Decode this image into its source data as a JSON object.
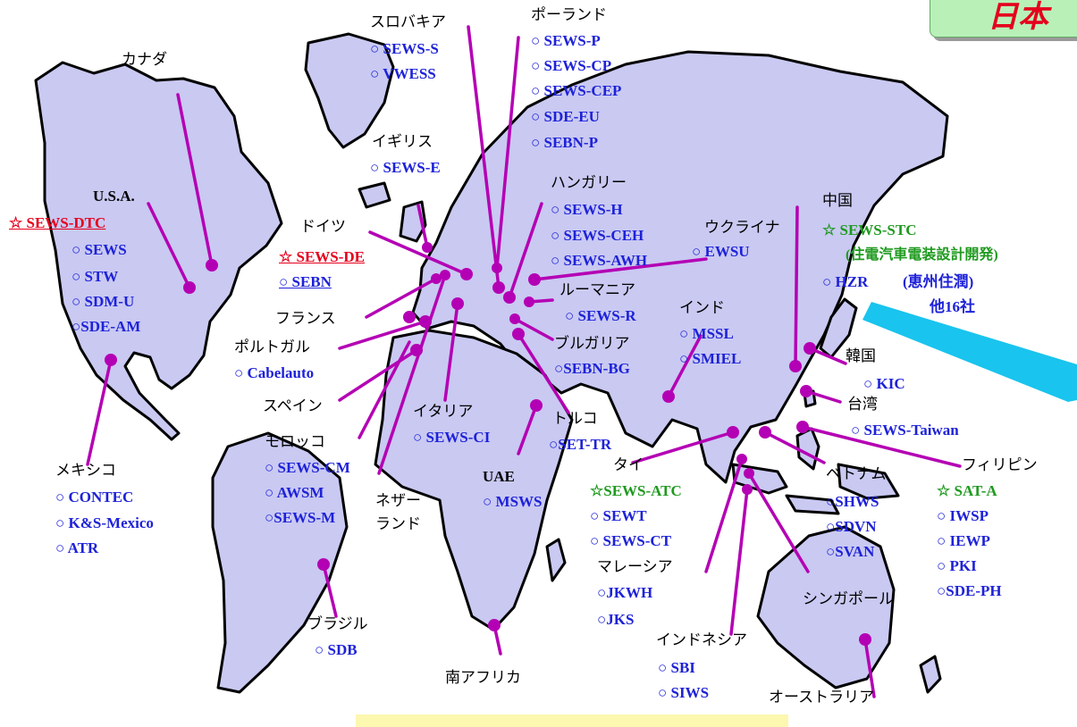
{
  "corner_title": "日本",
  "labels": {
    "canada": "カナダ",
    "usa": "U.S.A.",
    "usa_hq": "☆ SEWS-DTC",
    "usa_s1": "○ SEWS",
    "usa_s2": "○ STW",
    "usa_s3": "○ SDM-U",
    "usa_s4": "○SDE-AM",
    "mexico": "メキシコ",
    "mex_s1": "○ CONTEC",
    "mex_s2": "○ K&S-Mexico",
    "mex_s3": "○ ATR",
    "brazil": "ブラジル",
    "brazil_s1": "○ SDB",
    "slovakia": "スロバキア",
    "svk_s1": "○ SEWS-S",
    "svk_s2": "○ VWESS",
    "poland": "ポーランド",
    "pol_s1": "○ SEWS-P",
    "pol_s2": "○ SEWS-CP",
    "pol_s3": "○ SEWS-CEP",
    "pol_s4": "○ SDE-EU",
    "pol_s5": "○ SEBN-P",
    "uk": "イギリス",
    "uk_s1": "○ SEWS-E",
    "hungary": "ハンガリー",
    "hun_s1": "○ SEWS-H",
    "hun_s2": "○ SEWS-CEH",
    "hun_s3": "○ SEWS-AWH",
    "germany": "ドイツ",
    "ger_hq": "☆ SEWS-DE",
    "ger_s1": "○ SEBN",
    "ukraine": "ウクライナ",
    "ukr_s1": "○ EWSU",
    "france": "フランス",
    "portugal": "ポルトガル",
    "por_s1": "○ Cabelauto",
    "romania": "ルーマニア",
    "rom_s1": "○ SEWS-R",
    "bulgaria": "ブルガリア",
    "bul_s1": "○SEBN-BG",
    "spain": "スペイン",
    "italy": "イタリア",
    "ita_s1": "○ SEWS-CI",
    "turkey": "トルコ",
    "tur_s1": "○SET-TR",
    "morocco": "モロッコ",
    "mor_s1": "○ SEWS-CM",
    "mor_s2": "○ AWSM",
    "mor_s3": "○SEWS-M",
    "netherlands": "ネザー\nランド",
    "uae": "UAE",
    "uae_s1": "○ MSWS",
    "southafrica": "南アフリカ",
    "india": "インド",
    "ind_s1": "○ MSSL",
    "ind_s2": "○ SMIEL",
    "thailand": "タイ",
    "tha_rhq": "☆SEWS-ATC",
    "tha_s1": "○ SEWT",
    "tha_s2": "○ SEWS-CT",
    "malaysia": "マレーシア",
    "mal_s1": "○JKWH",
    "mal_s2": "○JKS",
    "indonesia": "インドネシア",
    "idn_s1": "○ SBI",
    "idn_s2": "○ SIWS",
    "china": "中国",
    "chn_rhq": "☆ SEWS-STC",
    "chn_rhq_note": "(住電汽車電装設計開発)",
    "chn_s1": "○ HZR",
    "chn_s1_note": "(恵州住潤)",
    "chn_others": "他16社",
    "korea": "韓国",
    "kor_s1": "○ KIC",
    "taiwan": "台湾",
    "twn_s1": "○ SEWS-Taiwan",
    "vietnam": "ベトナム",
    "vnm_s1": "○SHWS",
    "vnm_s2": "○SDVN",
    "vnm_s3": "○SVAN",
    "philippines": "フィリピン",
    "phl_rhq": "☆ SAT-A",
    "phl_s1": "○ IWSP",
    "phl_s2": "○ IEWP",
    "phl_s3": "○ PKI",
    "phl_s4": "○SDE-PH",
    "singapore": "シンガポール",
    "australia": "オーストラリア"
  },
  "colors": {
    "land": "#c9c9f2",
    "leader": "#b400b4",
    "site": "#1e22d8",
    "global_hq": "#e5001c",
    "regional_hq": "#1f9a1f"
  }
}
